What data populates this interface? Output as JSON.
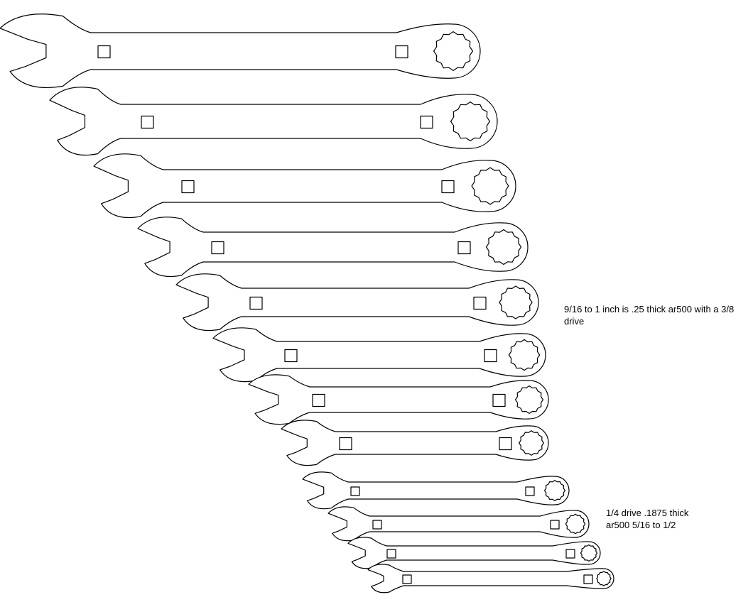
{
  "colors": {
    "background": "#ffffff",
    "line": "#000000"
  },
  "wrench_set": {
    "wrench_count": 12,
    "large_group_count": 8,
    "small_group_count": 4,
    "features_per_wrench": [
      "open-end-jaw",
      "handle-square-hole",
      "handle-square-hole",
      "twelve-point-box-end"
    ]
  },
  "notes": {
    "large_group": "9/16 to 1 inch is .25 thick ar500 with a 3/8\ndrive",
    "small_group": "1/4 drive .1875 thick\nar500  5/16 to 1/2"
  }
}
